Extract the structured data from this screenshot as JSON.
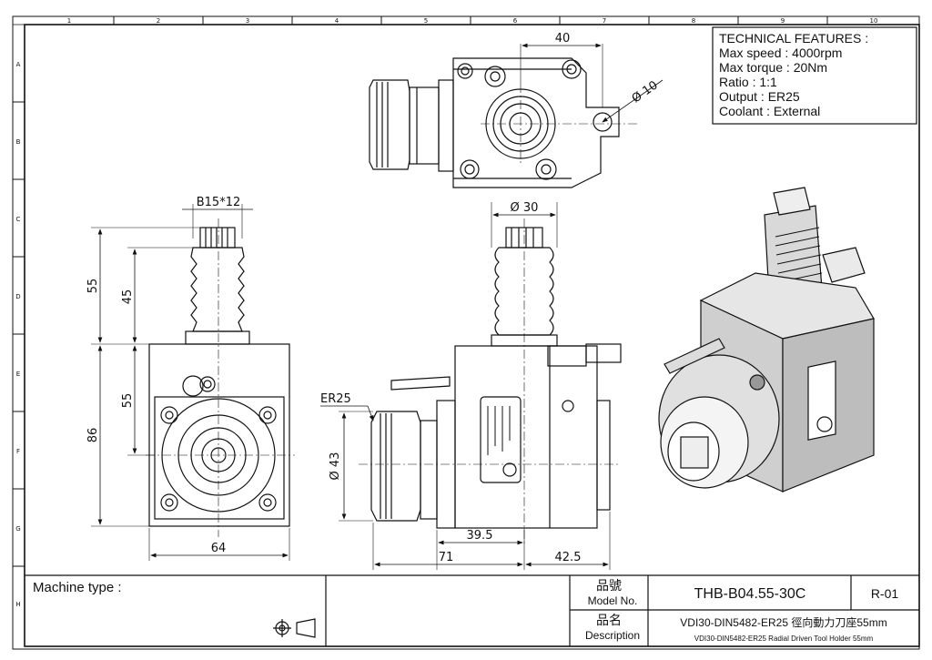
{
  "features": {
    "title": "TECHNICAL FEATURES :",
    "lines": [
      "Max speed : 4000rpm",
      "Max torque : 20Nm",
      "Ratio : 1:1",
      "Output : ER25",
      "Coolant : External"
    ]
  },
  "grid": {
    "columns": [
      "1",
      "2",
      "3",
      "4",
      "5",
      "6",
      "7",
      "8",
      "9",
      "10"
    ],
    "rows": [
      "A",
      "B",
      "C",
      "D",
      "E",
      "F",
      "G",
      "H"
    ]
  },
  "dimensions": {
    "d40": "40",
    "d_phi10": "Ø 10",
    "d_spline": "B15*12",
    "d_phi30": "Ø 30",
    "d55_top": "55",
    "d45": "45",
    "d55_mid": "55",
    "d86": "86",
    "d64": "64",
    "d_er25": "ER25",
    "d_phi43": "Ø 43",
    "d39_5": "39.5",
    "d71": "71",
    "d42_5": "42.5"
  },
  "title_block": {
    "machine_type_label": "Machine type :",
    "model_no_cn": "品號",
    "model_no_en": "Model No.",
    "model_value": "THB-B04.55-30C",
    "revision": "R-01",
    "desc_cn": "品名",
    "desc_en": "Description",
    "desc_line1": "VDI30-DIN5482-ER25 徑向動力刀座55mm",
    "desc_line2": "VDI30-DIN5482-ER25 Radial Driven Tool Holder 55mm"
  }
}
